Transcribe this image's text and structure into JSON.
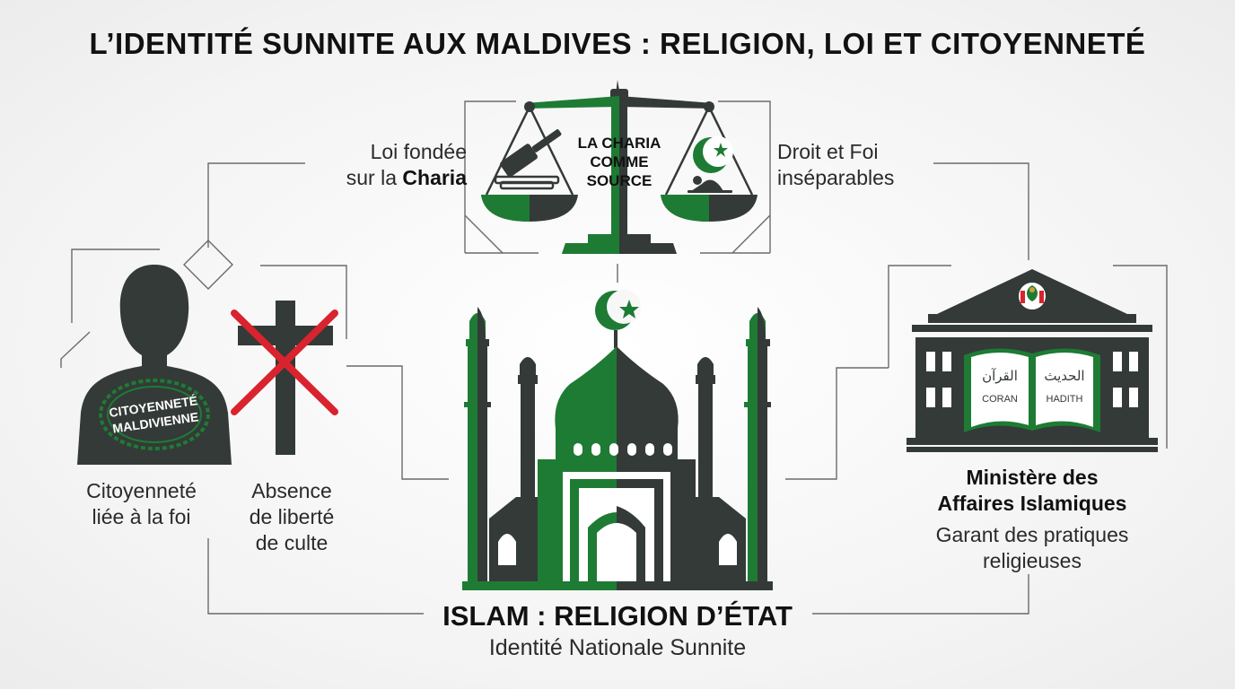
{
  "title": "L’IDENTITÉ SUNNITE AUX MALDIVES : RELIGION, LOI ET CITOYENNETÉ",
  "colors": {
    "green": "#1e7b34",
    "dark": "#343a38",
    "red": "#d9232e",
    "line": "#6b6b6b"
  },
  "scale": {
    "center_text": [
      "LA CHARIA",
      "COMME",
      "SOURCE"
    ]
  },
  "charia_left": {
    "line1": "Loi fondée",
    "line2_prefix": "sur la ",
    "line2_bold": "Charia"
  },
  "charia_right": {
    "line1": "Droit et Foi",
    "line2": "inséparables"
  },
  "citizen": {
    "stamp_line1": "CITOYENNETÉ",
    "stamp_line2": "MALDIVIENNE",
    "line1": "Citoyenneté",
    "line2": "liée à la foi"
  },
  "absence": {
    "line1": "Absence",
    "line2": "de liberté",
    "line3": "de culte"
  },
  "ministry": {
    "name1": "Ministère des",
    "name2": "Affaires Islamiques",
    "desc1": "Garant des pratiques",
    "desc2": "religieuses",
    "book_left": "CORAN",
    "book_right": "HADITH",
    "arabic_left": "القرآن",
    "arabic_right": "الحديث"
  },
  "islam": {
    "line1": "ISLAM : RELIGION D’ÉTAT",
    "line2": "Identité Nationale Sunnite"
  },
  "icons": [
    "scale-icon",
    "gavel-icon",
    "crescent-star-icon",
    "prayer-icon",
    "person-silhouette-icon",
    "crossed-cross-icon",
    "mosque-icon",
    "ministry-building-icon",
    "open-book-icon",
    "emblem-icon"
  ]
}
